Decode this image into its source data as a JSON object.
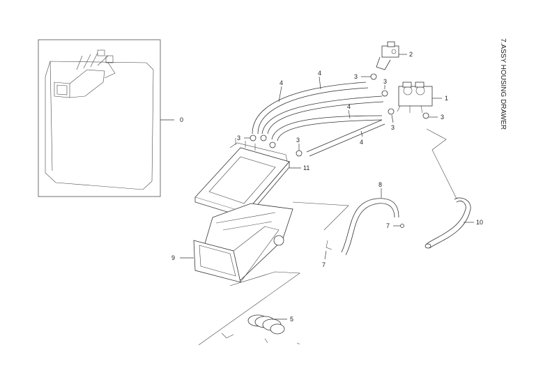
{
  "title": "7.ASSY HOUSING DRAWER",
  "callouts": {
    "c0": "0",
    "c1": "1",
    "c2": "2",
    "c3a": "3",
    "c3b": "3",
    "c3c": "3",
    "c3d": "3",
    "c3e": "3",
    "c3f": "3",
    "c4a": "4",
    "c4b": "4",
    "c4c": "4",
    "c4d": "4",
    "c5": "5",
    "c7a": "7",
    "c7b": "7",
    "c8": "8",
    "c9": "9",
    "c10": "10",
    "c11": "11"
  }
}
